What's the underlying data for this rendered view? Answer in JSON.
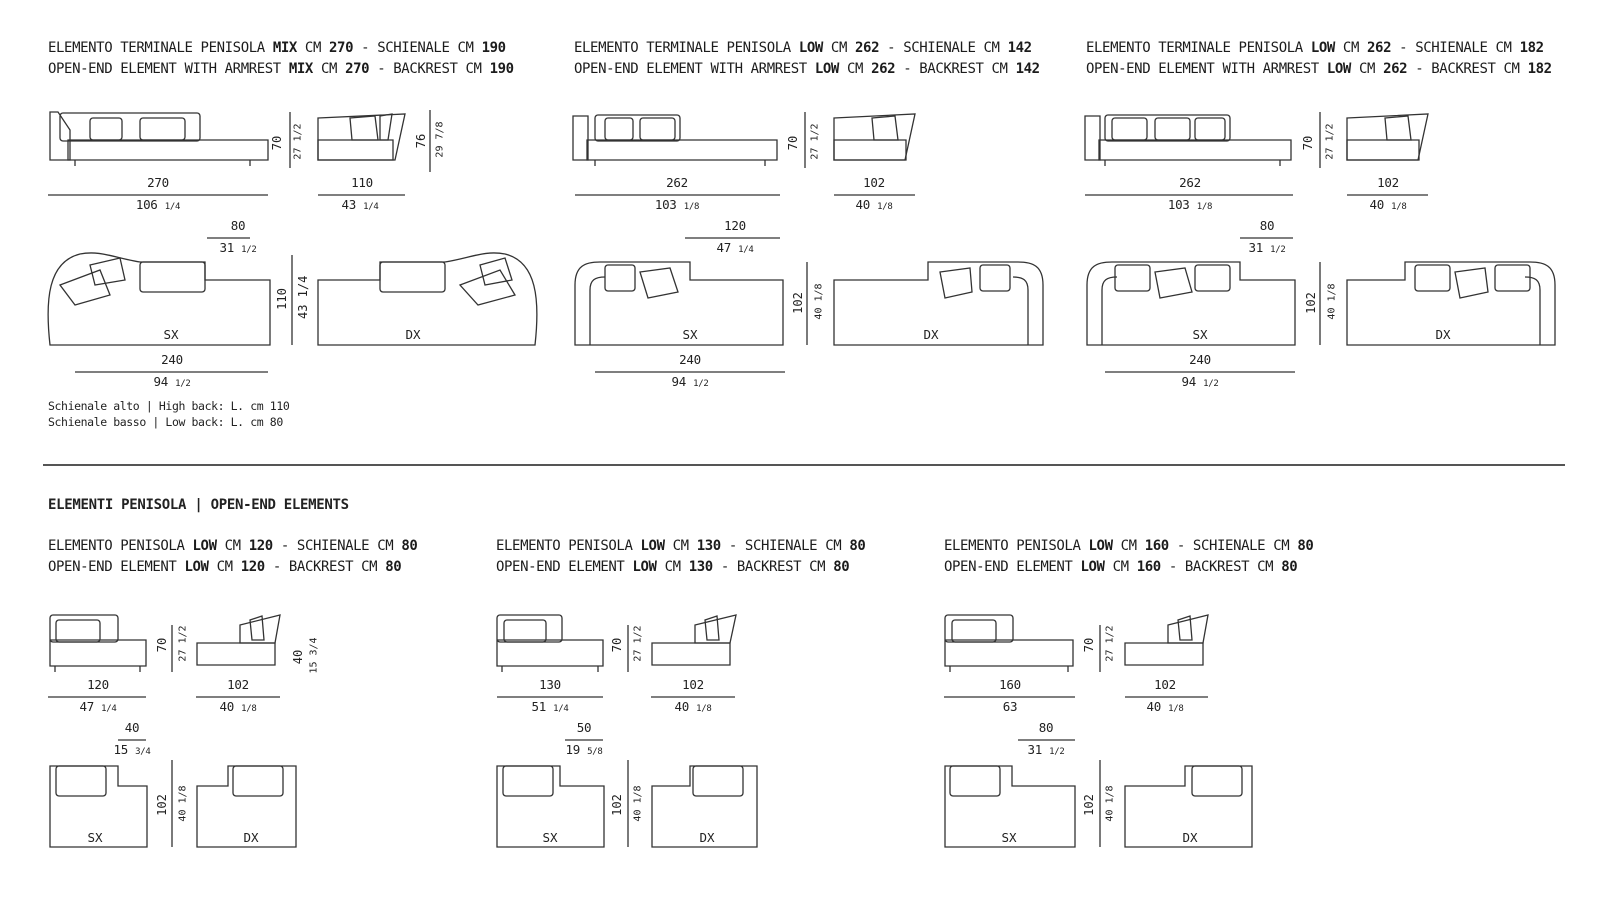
{
  "top_blocks": [
    {
      "it": {
        "prefix": "ELEMENTO TERMINALE PENISOLA ",
        "b1": "MIX",
        "mid": " CM ",
        "b2": "270",
        "mid2": " - SCHIENALE CM ",
        "b3": "190"
      },
      "en": {
        "prefix": "OPEN-END ELEMENT WITH ARMREST ",
        "b1": "MIX",
        "mid": " CM ",
        "b2": "270",
        "mid2": " - BACKREST CM ",
        "b3": "190"
      },
      "front_w_cm": "270",
      "front_w_in": "106",
      "front_w_in_frac": "1/4",
      "front_h_cm": "70",
      "front_h_in": "27 1/2",
      "side_w_cm": "110",
      "side_w_in": "43",
      "side_w_in_frac": "1/4",
      "side_h_cm": "76",
      "side_h_in": "29 7/8",
      "back_cm": "80",
      "back_in": "31",
      "back_in_frac": "1/2",
      "plan_d_cm": "110",
      "plan_d_in": "43 1/4",
      "plan_w_cm": "240",
      "plan_w_in": "94",
      "plan_w_in_frac": "1/2",
      "sx": "SX",
      "dx": "DX",
      "note1": "Schienale alto | High back: L. cm 110",
      "note2": "Schienale basso | Low back: L. cm 80"
    },
    {
      "it": {
        "prefix": "ELEMENTO TERMINALE PENISOLA ",
        "b1": "LOW",
        "mid": " CM ",
        "b2": "262",
        "mid2": " - SCHIENALE CM ",
        "b3": "142"
      },
      "en": {
        "prefix": "OPEN-END ELEMENT WITH ARMREST ",
        "b1": "LOW",
        "mid": " CM ",
        "b2": "262",
        "mid2": " - BACKREST CM ",
        "b3": "142"
      },
      "front_w_cm": "262",
      "front_w_in": "103",
      "front_w_in_frac": "1/8",
      "front_h_cm": "70",
      "front_h_in": "27 1/2",
      "side_w_cm": "102",
      "side_w_in": "40",
      "side_w_in_frac": "1/8",
      "back_cm": "120",
      "back_in": "47",
      "back_in_frac": "1/4",
      "plan_d_cm": "102",
      "plan_d_in": "40 1/8",
      "plan_w_cm": "240",
      "plan_w_in": "94",
      "plan_w_in_frac": "1/2",
      "sx": "SX",
      "dx": "DX"
    },
    {
      "it": {
        "prefix": "ELEMENTO TERMINALE PENISOLA ",
        "b1": "LOW",
        "mid": " CM ",
        "b2": "262",
        "mid2": " - SCHIENALE CM ",
        "b3": "182"
      },
      "en": {
        "prefix": "OPEN-END ELEMENT WITH ARMREST ",
        "b1": "LOW",
        "mid": " CM ",
        "b2": "262",
        "mid2": " - BACKREST CM ",
        "b3": "182"
      },
      "front_w_cm": "262",
      "front_w_in": "103",
      "front_w_in_frac": "1/8",
      "front_h_cm": "70",
      "front_h_in": "27 1/2",
      "side_w_cm": "102",
      "side_w_in": "40",
      "side_w_in_frac": "1/8",
      "back_cm": "80",
      "back_in": "31",
      "back_in_frac": "1/2",
      "plan_d_cm": "102",
      "plan_d_in": "40 1/8",
      "plan_w_cm": "240",
      "plan_w_in": "94",
      "plan_w_in_frac": "1/2",
      "sx": "SX",
      "dx": "DX"
    }
  ],
  "section_title": "ELEMENTI PENISOLA  |  OPEN-END ELEMENTS",
  "bottom_blocks": [
    {
      "it": {
        "prefix": "ELEMENTO PENISOLA ",
        "b1": "LOW",
        "mid": " CM ",
        "b2": "120",
        "mid2": " - SCHIENALE CM ",
        "b3": "80"
      },
      "en": {
        "prefix": "OPEN-END ELEMENT ",
        "b1": "LOW",
        "mid": " CM ",
        "b2": "120",
        "mid2": " - BACKREST CM ",
        "b3": "80"
      },
      "front_w_cm": "120",
      "front_w_in": "47",
      "front_w_in_frac": "1/4",
      "front_h_cm": "70",
      "front_h_in": "27 1/2",
      "side_w_cm": "102",
      "side_w_in": "40",
      "side_w_in_frac": "1/8",
      "side_h_cm": "40",
      "side_h_in": "15 3/4",
      "back_cm": "40",
      "back_in": "15",
      "back_in_frac": "3/4",
      "plan_d_cm": "102",
      "plan_d_in": "40 1/8",
      "sx": "SX",
      "dx": "DX"
    },
    {
      "it": {
        "prefix": "ELEMENTO PENISOLA ",
        "b1": "LOW",
        "mid": " CM ",
        "b2": "130",
        "mid2": " - SCHIENALE CM ",
        "b3": "80"
      },
      "en": {
        "prefix": "OPEN-END ELEMENT ",
        "b1": "LOW",
        "mid": " CM ",
        "b2": "130",
        "mid2": " - BACKREST CM ",
        "b3": "80"
      },
      "front_w_cm": "130",
      "front_w_in": "51",
      "front_w_in_frac": "1/4",
      "front_h_cm": "70",
      "front_h_in": "27 1/2",
      "side_w_cm": "102",
      "side_w_in": "40",
      "side_w_in_frac": "1/8",
      "back_cm": "50",
      "back_in": "19",
      "back_in_frac": "5/8",
      "plan_d_cm": "102",
      "plan_d_in": "40 1/8",
      "sx": "SX",
      "dx": "DX"
    },
    {
      "it": {
        "prefix": "ELEMENTO PENISOLA ",
        "b1": "LOW",
        "mid": " CM ",
        "b2": "160",
        "mid2": " - SCHIENALE CM ",
        "b3": "80"
      },
      "en": {
        "prefix": "OPEN-END ELEMENT ",
        "b1": "LOW",
        "mid": " CM ",
        "b2": "160",
        "mid2": " - BACKREST CM ",
        "b3": "80"
      },
      "front_w_cm": "160",
      "front_w_in": "63",
      "front_w_in_frac": "",
      "front_h_cm": "70",
      "front_h_in": "27 1/2",
      "side_w_cm": "102",
      "side_w_in": "40",
      "side_w_in_frac": "1/8",
      "back_cm": "80",
      "back_in": "31",
      "back_in_frac": "1/2",
      "plan_d_cm": "102",
      "plan_d_in": "40 1/8",
      "sx": "SX",
      "dx": "DX"
    }
  ]
}
